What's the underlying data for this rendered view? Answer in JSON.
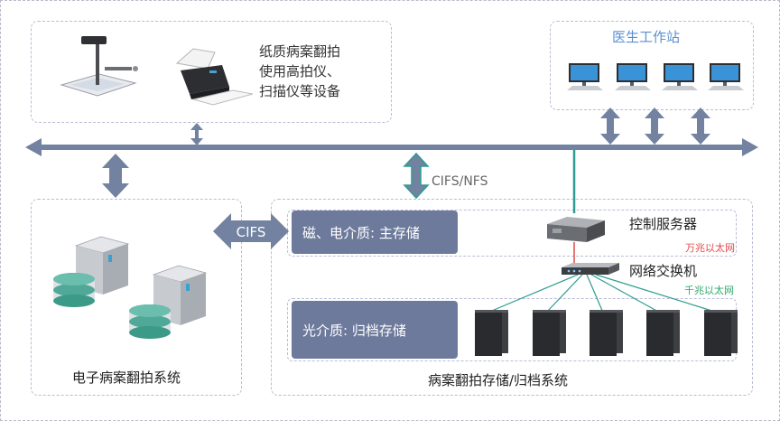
{
  "scanner_text": [
    "纸质病案翻拍",
    "使用高拍仪、",
    "扫描仪等设备"
  ],
  "workstation_title": "医生工作站",
  "left_box_title": "电子病案翻拍系统",
  "right_box_title": "病案翻拍存储/归档系统",
  "cifs_nfs_label": "CIFS/NFS",
  "cifs_label": "CIFS",
  "primary_storage_label": "磁、电介质: 主存储",
  "archive_storage_label": "光介质: 归档存储",
  "control_server_label": "控制服务器",
  "gigabit_ethernet_label": "万兆以太网",
  "network_switch_label": "网络交换机",
  "ethernet_1000_label": "千兆以太网",
  "colors": {
    "arrow": "#7282a0",
    "teal_link": "#2e9c92",
    "red_link": "#e04848",
    "green_label": "#2ea86a",
    "title_blue": "#5b8fcf",
    "storage_box": "#6d7a9c"
  }
}
